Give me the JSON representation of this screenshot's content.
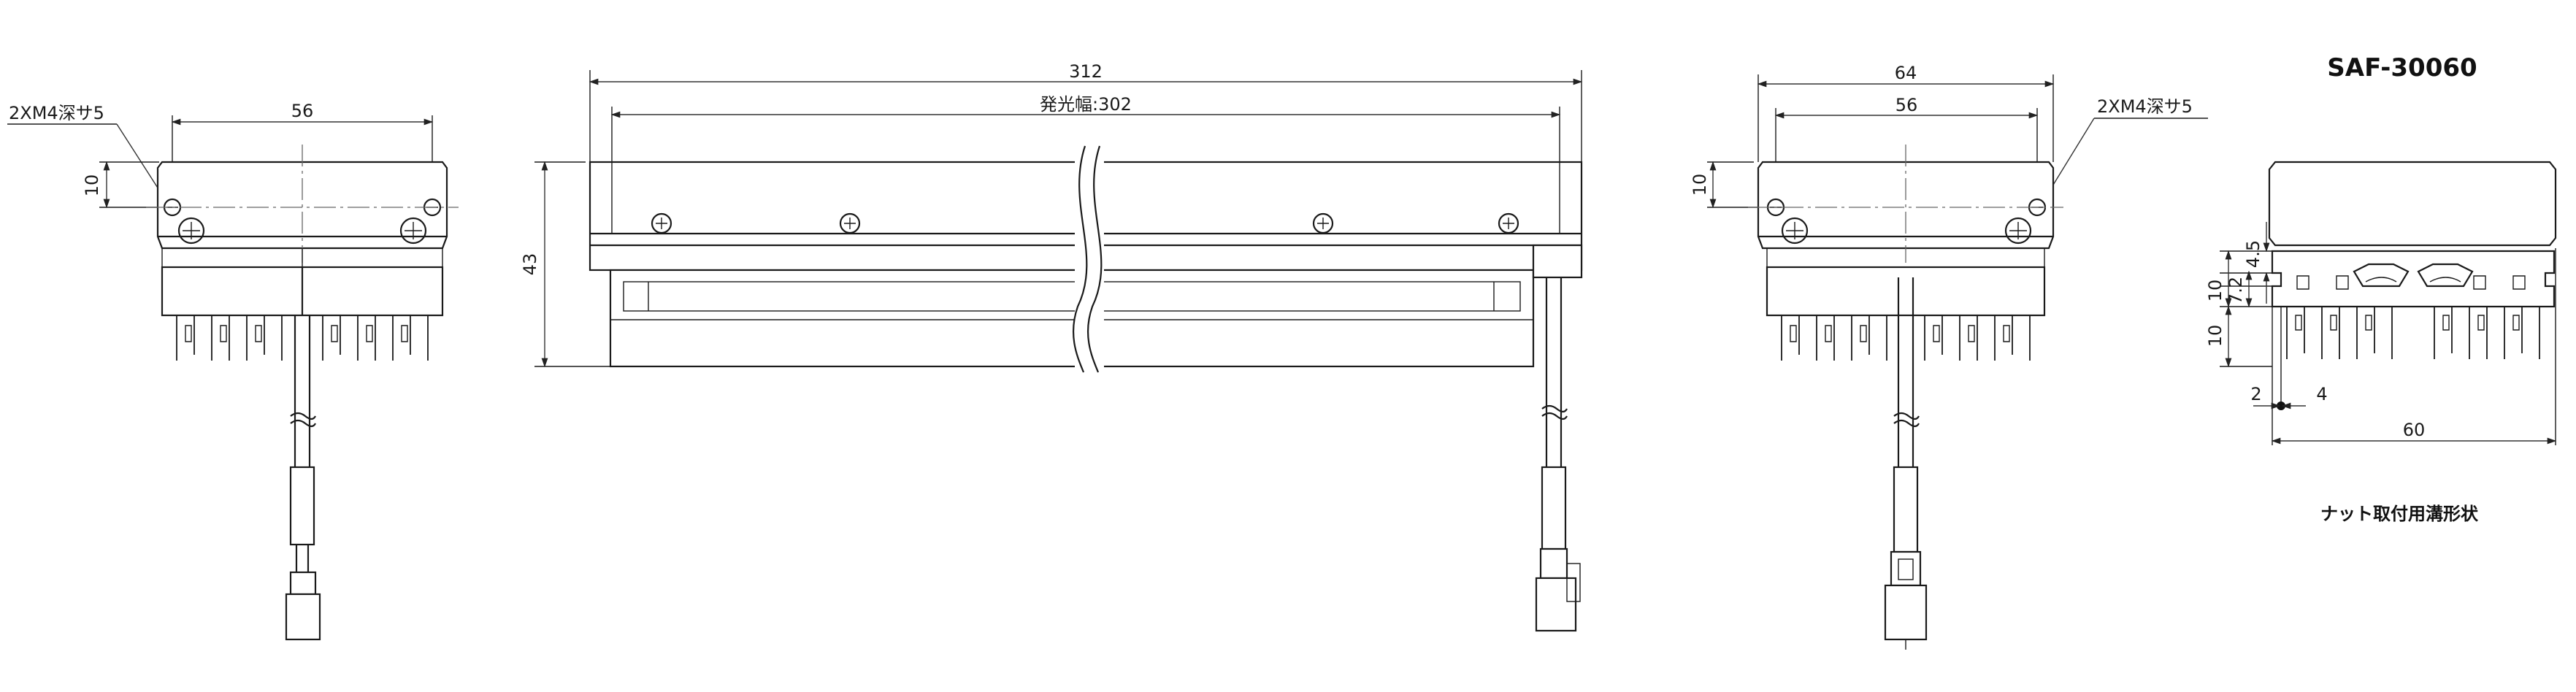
{
  "drawing": {
    "model": "SAF-30060",
    "section_caption": "ナット取付用溝形状",
    "front_view": {
      "total_length": "312",
      "emitting_width": "発光幅:302",
      "height": "43"
    },
    "left_view": {
      "screw_callout": "2XM4深サ5",
      "hole_spacing": "56",
      "hole_from_top": "10"
    },
    "right_view": {
      "width": "64",
      "hole_spacing": "56",
      "screw_callout": "2XM4深サ5",
      "hole_from_top": "10"
    },
    "groove_section": {
      "dim_4_5": "4.5",
      "dim_10_upper": "10",
      "dim_7_2": "7.2",
      "dim_10_lower": "10",
      "dim_2": "2",
      "dim_4": "4",
      "dim_60": "60"
    }
  }
}
